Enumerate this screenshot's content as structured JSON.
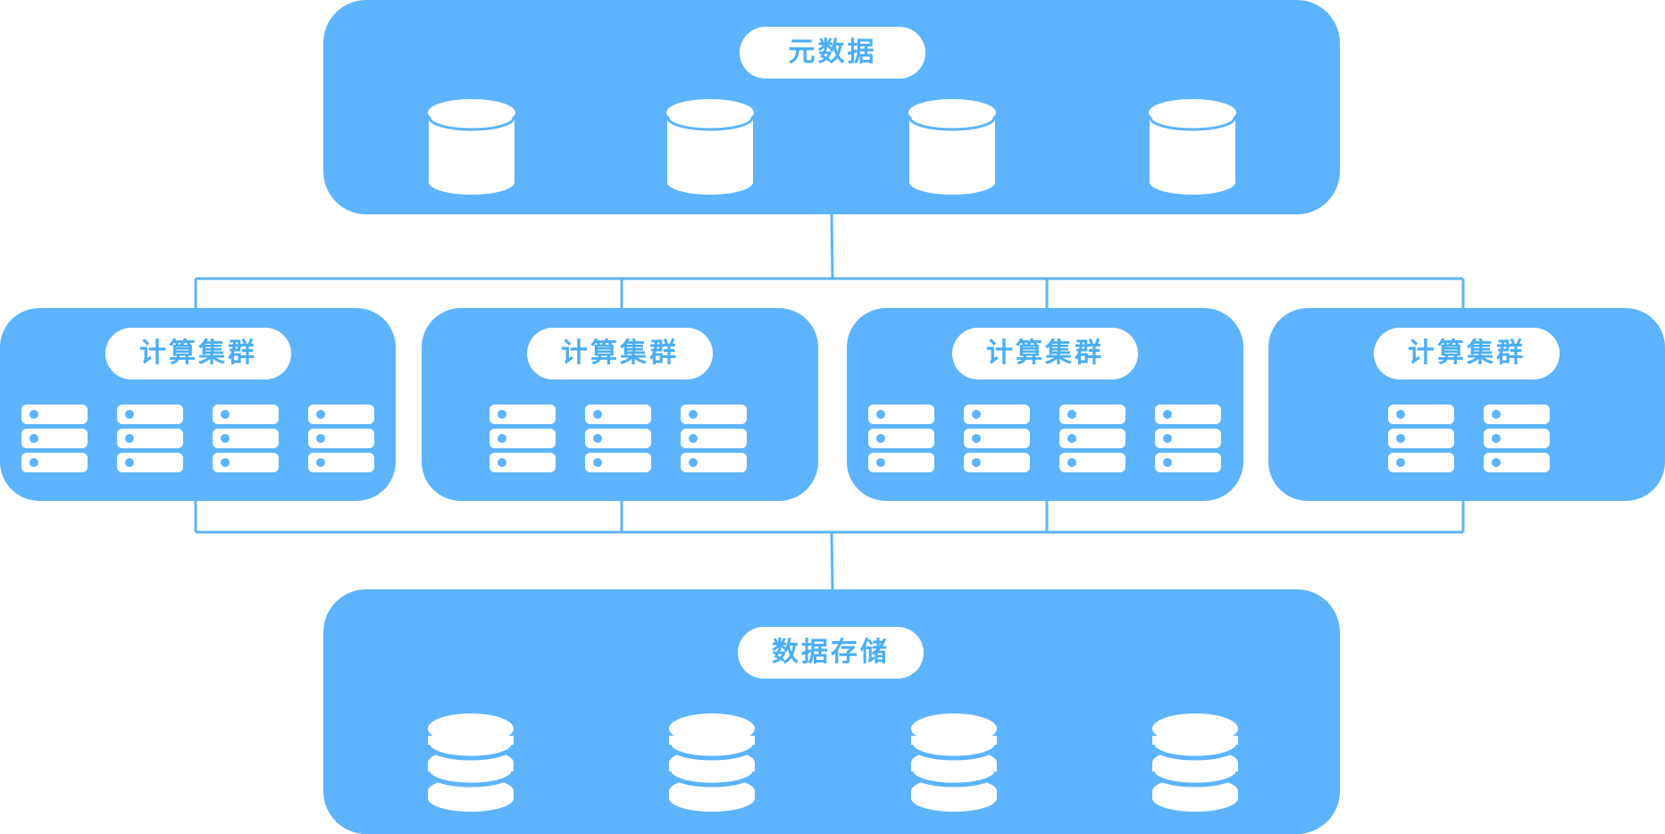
{
  "theme": {
    "panel_color": "#5db4fd",
    "line_color": "#5db4fd",
    "label_color": "#4aaef7",
    "icon_color": "#ffffff"
  },
  "metadata_layer": {
    "label": "元数据",
    "icons": [
      "database-icon",
      "database-icon",
      "database-icon",
      "database-icon"
    ]
  },
  "compute_layer": {
    "clusters": [
      {
        "label": "计算集群",
        "server_racks": 4
      },
      {
        "label": "计算集群",
        "server_racks": 3
      },
      {
        "label": "计算集群",
        "server_racks": 4
      },
      {
        "label": "计算集群",
        "server_racks": 2
      }
    ]
  },
  "storage_layer": {
    "label": "数据存储",
    "icons": [
      "database-stack-icon",
      "database-stack-icon",
      "database-stack-icon",
      "database-stack-icon"
    ]
  }
}
